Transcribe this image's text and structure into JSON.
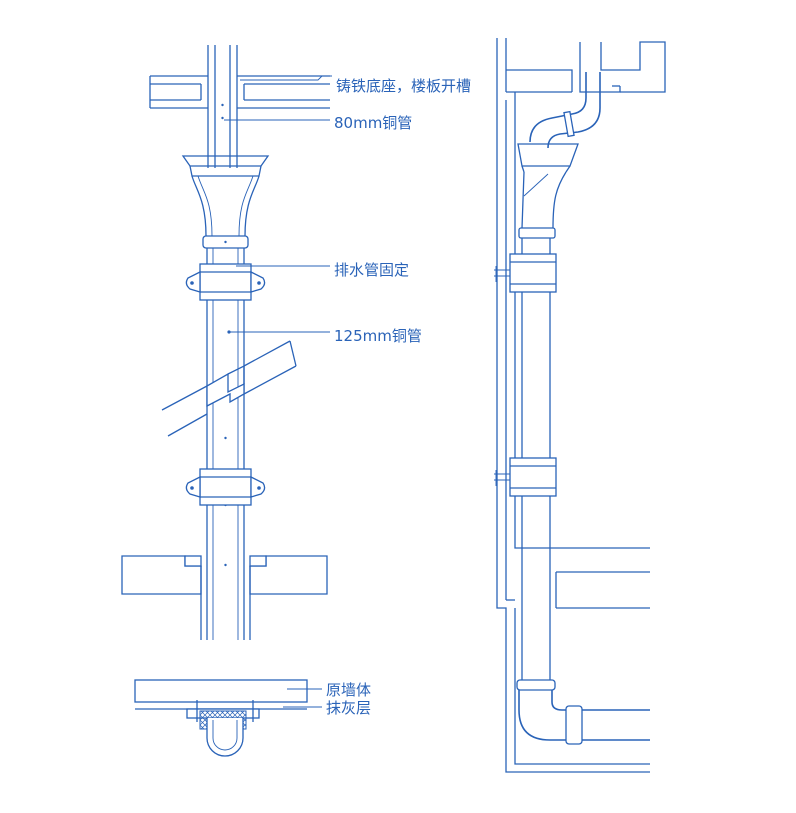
{
  "colors": {
    "line": "#2a63b8",
    "background": "#ffffff"
  },
  "labels": {
    "base": "铸铁底座，楼板开槽",
    "pipe80": "80mm铜管",
    "fixing": "排水管固定",
    "pipe125": "125mm铜管",
    "wall": "原墙体",
    "plaster": "抹灰层"
  }
}
